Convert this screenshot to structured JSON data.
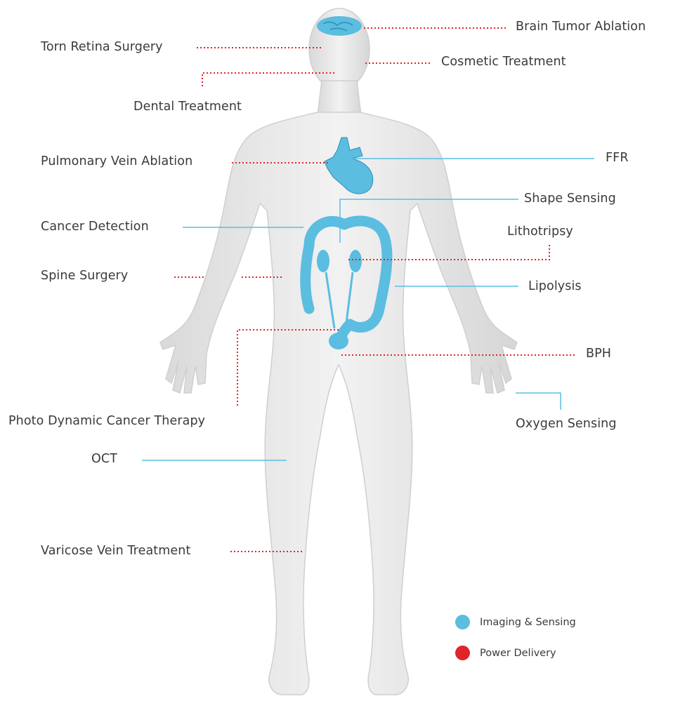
{
  "colors": {
    "imaging_sensing": "#5bbde0",
    "power_delivery": "#e0242a",
    "body_fill": "#ececec",
    "body_shadow": "#d6d6d6"
  },
  "labels": {
    "brain_tumor_ablation": "Brain Tumor Ablation",
    "torn_retina_surgery": "Torn Retina Surgery",
    "cosmetic_treatment": "Cosmetic Treatment",
    "dental_treatment": "Dental Treatment",
    "pulmonary_vein_ablation": "Pulmonary Vein Ablation",
    "ffr": "FFR",
    "shape_sensing": "Shape Sensing",
    "cancer_detection": "Cancer Detection",
    "lithotripsy": "Lithotripsy",
    "spine_surgery": "Spine Surgery",
    "lipolysis": "Lipolysis",
    "bph": "BPH",
    "photo_dynamic_cancer_therapy": "Photo Dynamic Cancer Therapy",
    "oxygen_sensing": "Oxygen Sensing",
    "oct": "OCT",
    "varicose_vein_treatment": "Varicose Vein Treatment"
  },
  "legend": {
    "imaging_sensing": "Imaging & Sensing",
    "power_delivery": "Power Delivery"
  },
  "icons": {
    "body": "human-body-figure",
    "brain": "brain-organ",
    "heart": "heart-organ",
    "colon": "colon-organ",
    "kidneys": "kidney-organ"
  }
}
